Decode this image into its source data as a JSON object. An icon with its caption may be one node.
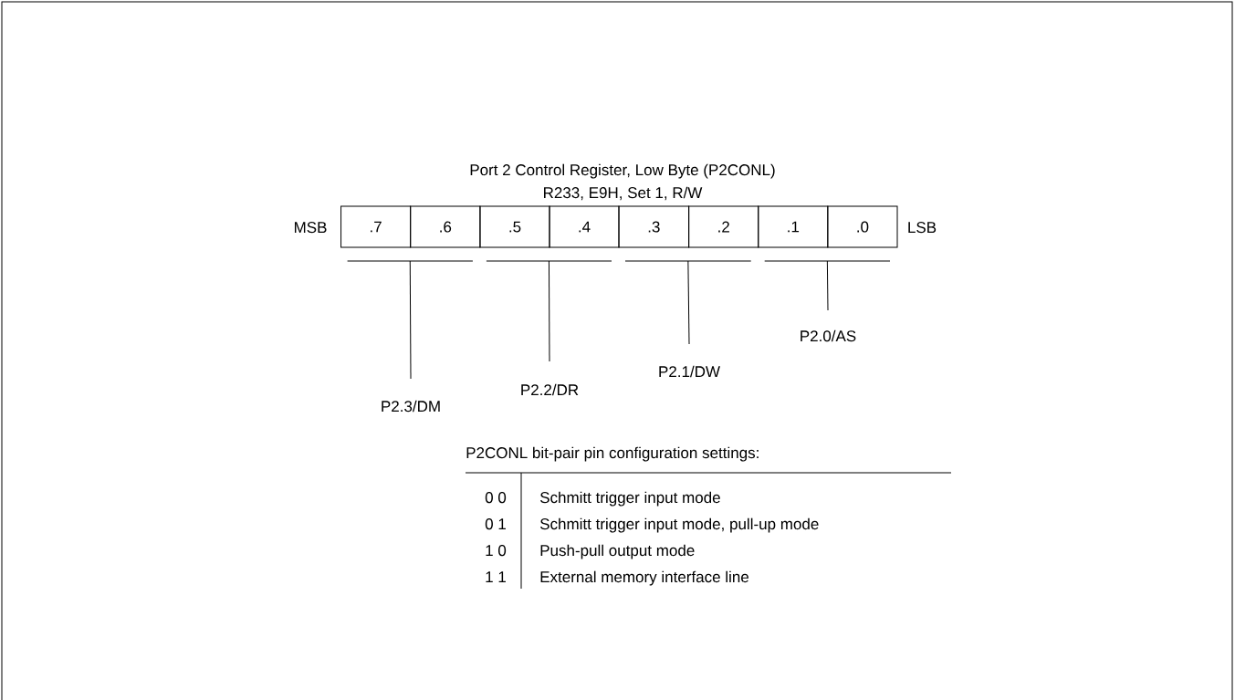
{
  "diagram": {
    "title": "Port 2 Control Register, Low Byte (P2CONL)",
    "nodes": [
      {
        "text": [
          ".7"
        ]
      },
      {
        "text": [
          ".6"
        ]
      },
      {
        "text": [
          ".5"
        ]
      },
      {
        "text": [
          ".4"
        ]
      },
      {
        "text": [
          ".3"
        ]
      },
      {
        "text": [
          ".2"
        ]
      },
      {
        "text": [
          ".1"
        ]
      },
      {
        "text": [
          ".0"
        ]
      },
      {
        "text": [],
        "shape": "bar"
      },
      {
        "text": [],
        "shape": "bar"
      },
      {
        "text": [],
        "shape": "bar"
      },
      {
        "text": [],
        "shape": "bar"
      },
      {
        "text": [
          "P2.3/DM"
        ]
      },
      {
        "text": [
          "P2.2/DR"
        ]
      },
      {
        "text": [
          "P2.1/DW"
        ]
      },
      {
        "text": [
          "P2.0/AS"
        ]
      }
    ],
    "edges": [
      {
        "from": 12,
        "to": 8,
        "arrow": "none"
      },
      {
        "from": 13,
        "to": 9,
        "arrow": "none"
      },
      {
        "from": 14,
        "to": 10,
        "arrow": "none"
      },
      {
        "from": 15,
        "to": 11,
        "arrow": "none"
      }
    ],
    "labels": [
      "R233, E9H, Set 1, R/W",
      "MSB",
      "LSB",
      "P2CONL bit-pair pin configuration settings:",
      "0 0",
      "Schmitt trigger input mode",
      "0 1",
      "Schmitt trigger input mode, pull-up mode",
      "1 0",
      "Push-pull output mode",
      "1 1",
      "External memory interface line"
    ]
  }
}
